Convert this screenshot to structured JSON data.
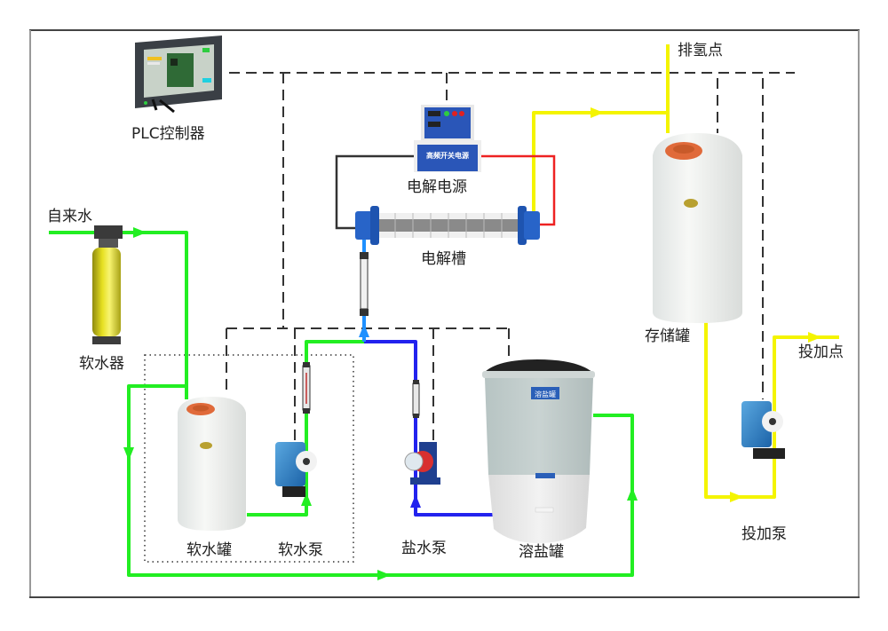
{
  "diagram": {
    "colors": {
      "water": "#22ee22",
      "brine": "#2222ee",
      "hypochlorite": "#f4f400",
      "positive_wire": "#ee2222",
      "negative_wire": "#333333",
      "control": "#333333",
      "frame": "#555555"
    },
    "labels": {
      "plc": "PLC控制器",
      "tap_water": "自来水",
      "softener": "软水器",
      "power_supply": "电解电源",
      "electrolyzer": "电解槽",
      "hydrogen_vent": "排氢点",
      "storage_tank": "存储罐",
      "dosing_point": "投加点",
      "dosing_pump": "投加泵",
      "soft_water_tank": "软水罐",
      "soft_water_pump": "软水泵",
      "brine_pump": "盐水泵",
      "salt_tank": "溶盐罐"
    },
    "device_text": {
      "power_supply_nameplate": "高频开关电源",
      "salt_tank_plate": "溶盐罐"
    }
  }
}
